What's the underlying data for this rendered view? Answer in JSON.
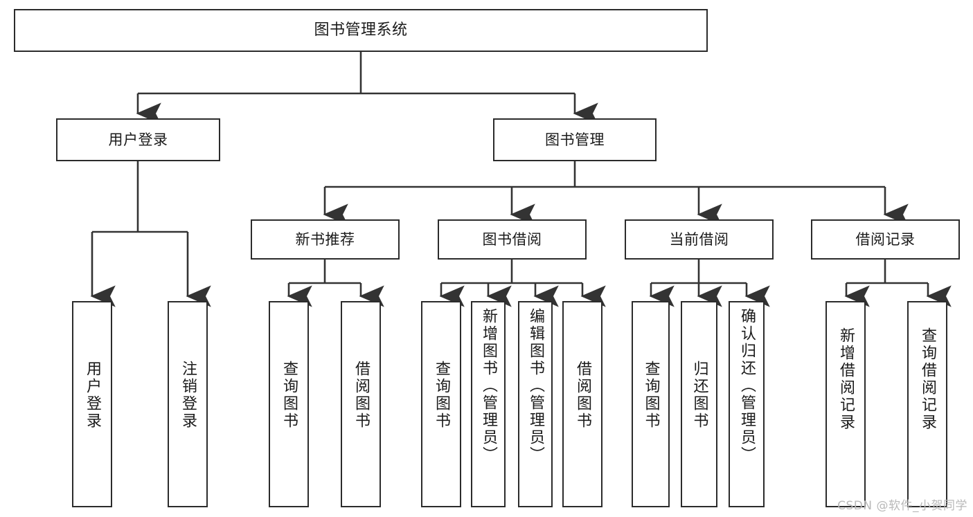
{
  "diagram": {
    "title": "图书管理系统",
    "type": "tree-hierarchy",
    "watermark": "CSDN @软件_小贺同学",
    "colors": {
      "box_border": "#2b2b2b",
      "box_fill": "#ffffff",
      "edge": "#333333",
      "text": "#1a1a1a",
      "watermark": "#b9b9b9",
      "background": "#ffffff"
    },
    "nodes": {
      "root": {
        "label": "图书管理系统"
      },
      "level1": [
        {
          "id": "user-login",
          "label": "用户登录"
        },
        {
          "id": "book-manage",
          "label": "图书管理"
        }
      ],
      "level2": [
        {
          "id": "new-book-rec",
          "label": "新书推荐"
        },
        {
          "id": "book-borrow",
          "label": "图书借阅"
        },
        {
          "id": "current-borrow",
          "label": "当前借阅"
        },
        {
          "id": "borrow-record",
          "label": "借阅记录"
        }
      ],
      "leaves": {
        "user-login": [
          {
            "id": "leaf-user-login",
            "label": "用户登录"
          },
          {
            "id": "leaf-logout",
            "label": "注销登录"
          }
        ],
        "new-book-rec": [
          {
            "id": "leaf-query-book-1",
            "label": "查询图书"
          },
          {
            "id": "leaf-borrow-book-1",
            "label": "借阅图书"
          }
        ],
        "book-borrow": [
          {
            "id": "leaf-query-book-2",
            "label": "查询图书"
          },
          {
            "id": "leaf-add-book",
            "label": "新增图书（管理员）"
          },
          {
            "id": "leaf-edit-book",
            "label": "编辑图书（管理员）"
          },
          {
            "id": "leaf-borrow-book-2",
            "label": "借阅图书"
          }
        ],
        "current-borrow": [
          {
            "id": "leaf-query-book-3",
            "label": "查询图书"
          },
          {
            "id": "leaf-return-book",
            "label": "归还图书"
          },
          {
            "id": "leaf-confirm-return",
            "label": "确认归还（管理员）"
          }
        ],
        "borrow-record": [
          {
            "id": "leaf-add-record",
            "label": "新增借阅记录"
          },
          {
            "id": "leaf-query-record",
            "label": "查询借阅记录"
          }
        ]
      }
    }
  }
}
